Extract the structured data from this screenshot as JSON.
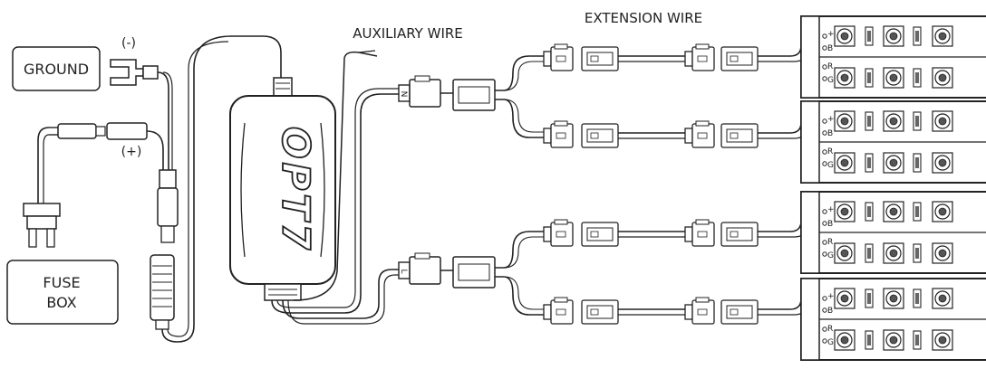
{
  "labels": {
    "ground": "GROUND",
    "fuse_box_line1": "FUSE",
    "fuse_box_line2": "BOX",
    "negative": "(-)",
    "positive": "(+)",
    "auxiliary_wire": "AUXILIARY WIRE",
    "extension_wire": "EXTENSION WIRE",
    "brand": "OPT7",
    "connector_n": "N",
    "connector_l": "L"
  },
  "strip_pin_labels": [
    "+",
    "B",
    "R",
    "G"
  ],
  "colors": {
    "line": "#222222",
    "background": "#ffffff"
  }
}
